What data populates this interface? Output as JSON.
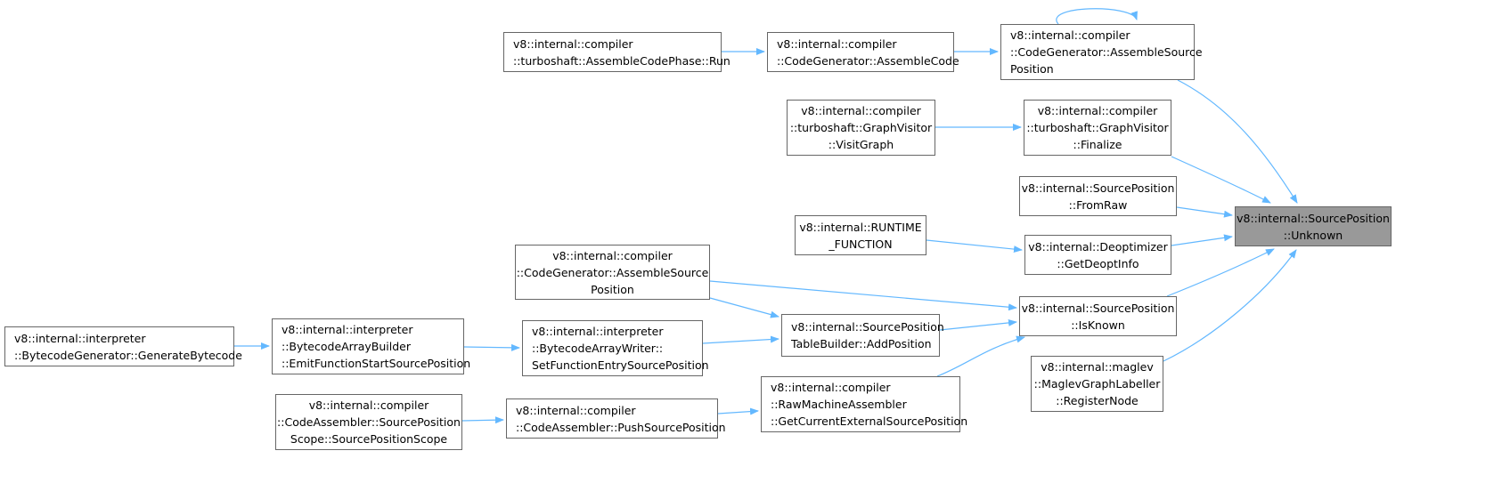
{
  "colors": {
    "edge": "#63b8ff",
    "node_border": "#666666",
    "target_fill": "#999999"
  },
  "nodes": {
    "unknown": {
      "lines": [
        "v8::internal::SourcePosition",
        "::Unknown"
      ]
    },
    "assemble_code_run": {
      "lines": [
        "v8::internal::compiler",
        "::turboshaft::AssembleCodePhase::Run"
      ]
    },
    "assemble_code": {
      "lines": [
        "v8::internal::compiler",
        "::CodeGenerator::AssembleCode"
      ]
    },
    "assemble_src_pos_1": {
      "lines": [
        "v8::internal::compiler",
        "::CodeGenerator::AssembleSource",
        "Position"
      ]
    },
    "visit_graph": {
      "lines": [
        "v8::internal::compiler",
        "::turboshaft::GraphVisitor",
        "::VisitGraph"
      ]
    },
    "finalize": {
      "lines": [
        "v8::internal::compiler",
        "::turboshaft::GraphVisitor",
        "::Finalize"
      ]
    },
    "from_raw": {
      "lines": [
        "v8::internal::SourcePosition",
        "::FromRaw"
      ]
    },
    "runtime_function": {
      "lines": [
        "v8::internal::RUNTIME",
        "_FUNCTION"
      ]
    },
    "get_deopt_info": {
      "lines": [
        "v8::internal::Deoptimizer",
        "::GetDeoptInfo"
      ]
    },
    "assemble_src_pos_2": {
      "lines": [
        "v8::internal::compiler",
        "::CodeGenerator::AssembleSource",
        "Position"
      ]
    },
    "is_known": {
      "lines": [
        "v8::internal::SourcePosition",
        "::IsKnown"
      ]
    },
    "generate_bytecode": {
      "lines": [
        "v8::internal::interpreter",
        "::BytecodeGenerator::GenerateBytecode"
      ]
    },
    "emit_fn_start": {
      "lines": [
        "v8::internal::interpreter",
        "::BytecodeArrayBuilder",
        "::EmitFunctionStartSourcePosition"
      ]
    },
    "set_fn_entry": {
      "lines": [
        "v8::internal::interpreter",
        "::BytecodeArrayWriter::",
        "SetFunctionEntrySourcePosition"
      ]
    },
    "add_position": {
      "lines": [
        "v8::internal::SourcePosition",
        "TableBuilder::AddPosition"
      ]
    },
    "register_node": {
      "lines": [
        "v8::internal::maglev",
        "::MaglevGraphLabeller",
        "::RegisterNode"
      ]
    },
    "scope_ctor": {
      "lines": [
        "v8::internal::compiler",
        "::CodeAssembler::SourcePosition",
        "Scope::SourcePositionScope"
      ]
    },
    "push_src_pos": {
      "lines": [
        "v8::internal::compiler",
        "::CodeAssembler::PushSourcePosition"
      ]
    },
    "get_current_ext": {
      "lines": [
        "v8::internal::compiler",
        "::RawMachineAssembler",
        "::GetCurrentExternalSourcePosition"
      ]
    }
  },
  "edges": [
    [
      "assemble_code_run",
      "assemble_code"
    ],
    [
      "assemble_code",
      "assemble_src_pos_1"
    ],
    [
      "assemble_src_pos_1",
      "assemble_src_pos_1"
    ],
    [
      "assemble_src_pos_1",
      "unknown"
    ],
    [
      "visit_graph",
      "finalize"
    ],
    [
      "finalize",
      "unknown"
    ],
    [
      "from_raw",
      "unknown"
    ],
    [
      "runtime_function",
      "get_deopt_info"
    ],
    [
      "get_deopt_info",
      "unknown"
    ],
    [
      "assemble_src_pos_2",
      "is_known"
    ],
    [
      "assemble_src_pos_2",
      "add_position"
    ],
    [
      "is_known",
      "unknown"
    ],
    [
      "generate_bytecode",
      "emit_fn_start"
    ],
    [
      "emit_fn_start",
      "set_fn_entry"
    ],
    [
      "set_fn_entry",
      "add_position"
    ],
    [
      "add_position",
      "is_known"
    ],
    [
      "register_node",
      "unknown"
    ],
    [
      "scope_ctor",
      "push_src_pos"
    ],
    [
      "push_src_pos",
      "get_current_ext"
    ],
    [
      "get_current_ext",
      "is_known"
    ]
  ]
}
